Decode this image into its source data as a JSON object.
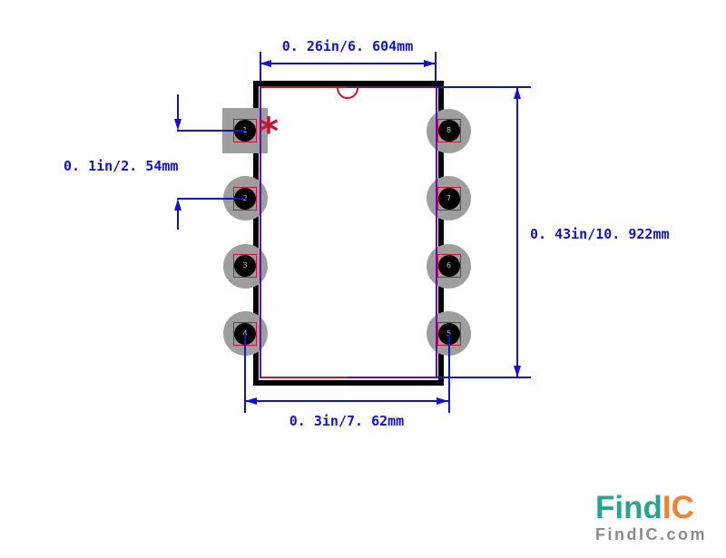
{
  "colors": {
    "dimension_blue": "#1212CC",
    "outline_black": "#000000",
    "inner_red": "#C81232",
    "overlap_purple": "#5C0EB0",
    "pad_gray": "#9E9E9E",
    "pin_hole_black": "#000000",
    "pin_number_gray": "#C4C4C4",
    "logo_teal": "#2BA393",
    "logo_orange": "#F08233",
    "logo_gray": "#8A8A8A"
  },
  "dimension_labels": {
    "top": "0. 26in/6. 604mm",
    "left": "0. 1in/2. 54mm",
    "right": "0. 43in/10. 922mm",
    "bottom": "0. 3in/7. 62mm"
  },
  "pins": {
    "left_column": [
      "1",
      "2",
      "3",
      "4"
    ],
    "right_column": [
      "8",
      "7",
      "6",
      "5"
    ]
  },
  "pin1_marker": "*",
  "logo": {
    "name_part1": "Find",
    "name_part2": "IC",
    "domain": "FindIC.com"
  }
}
